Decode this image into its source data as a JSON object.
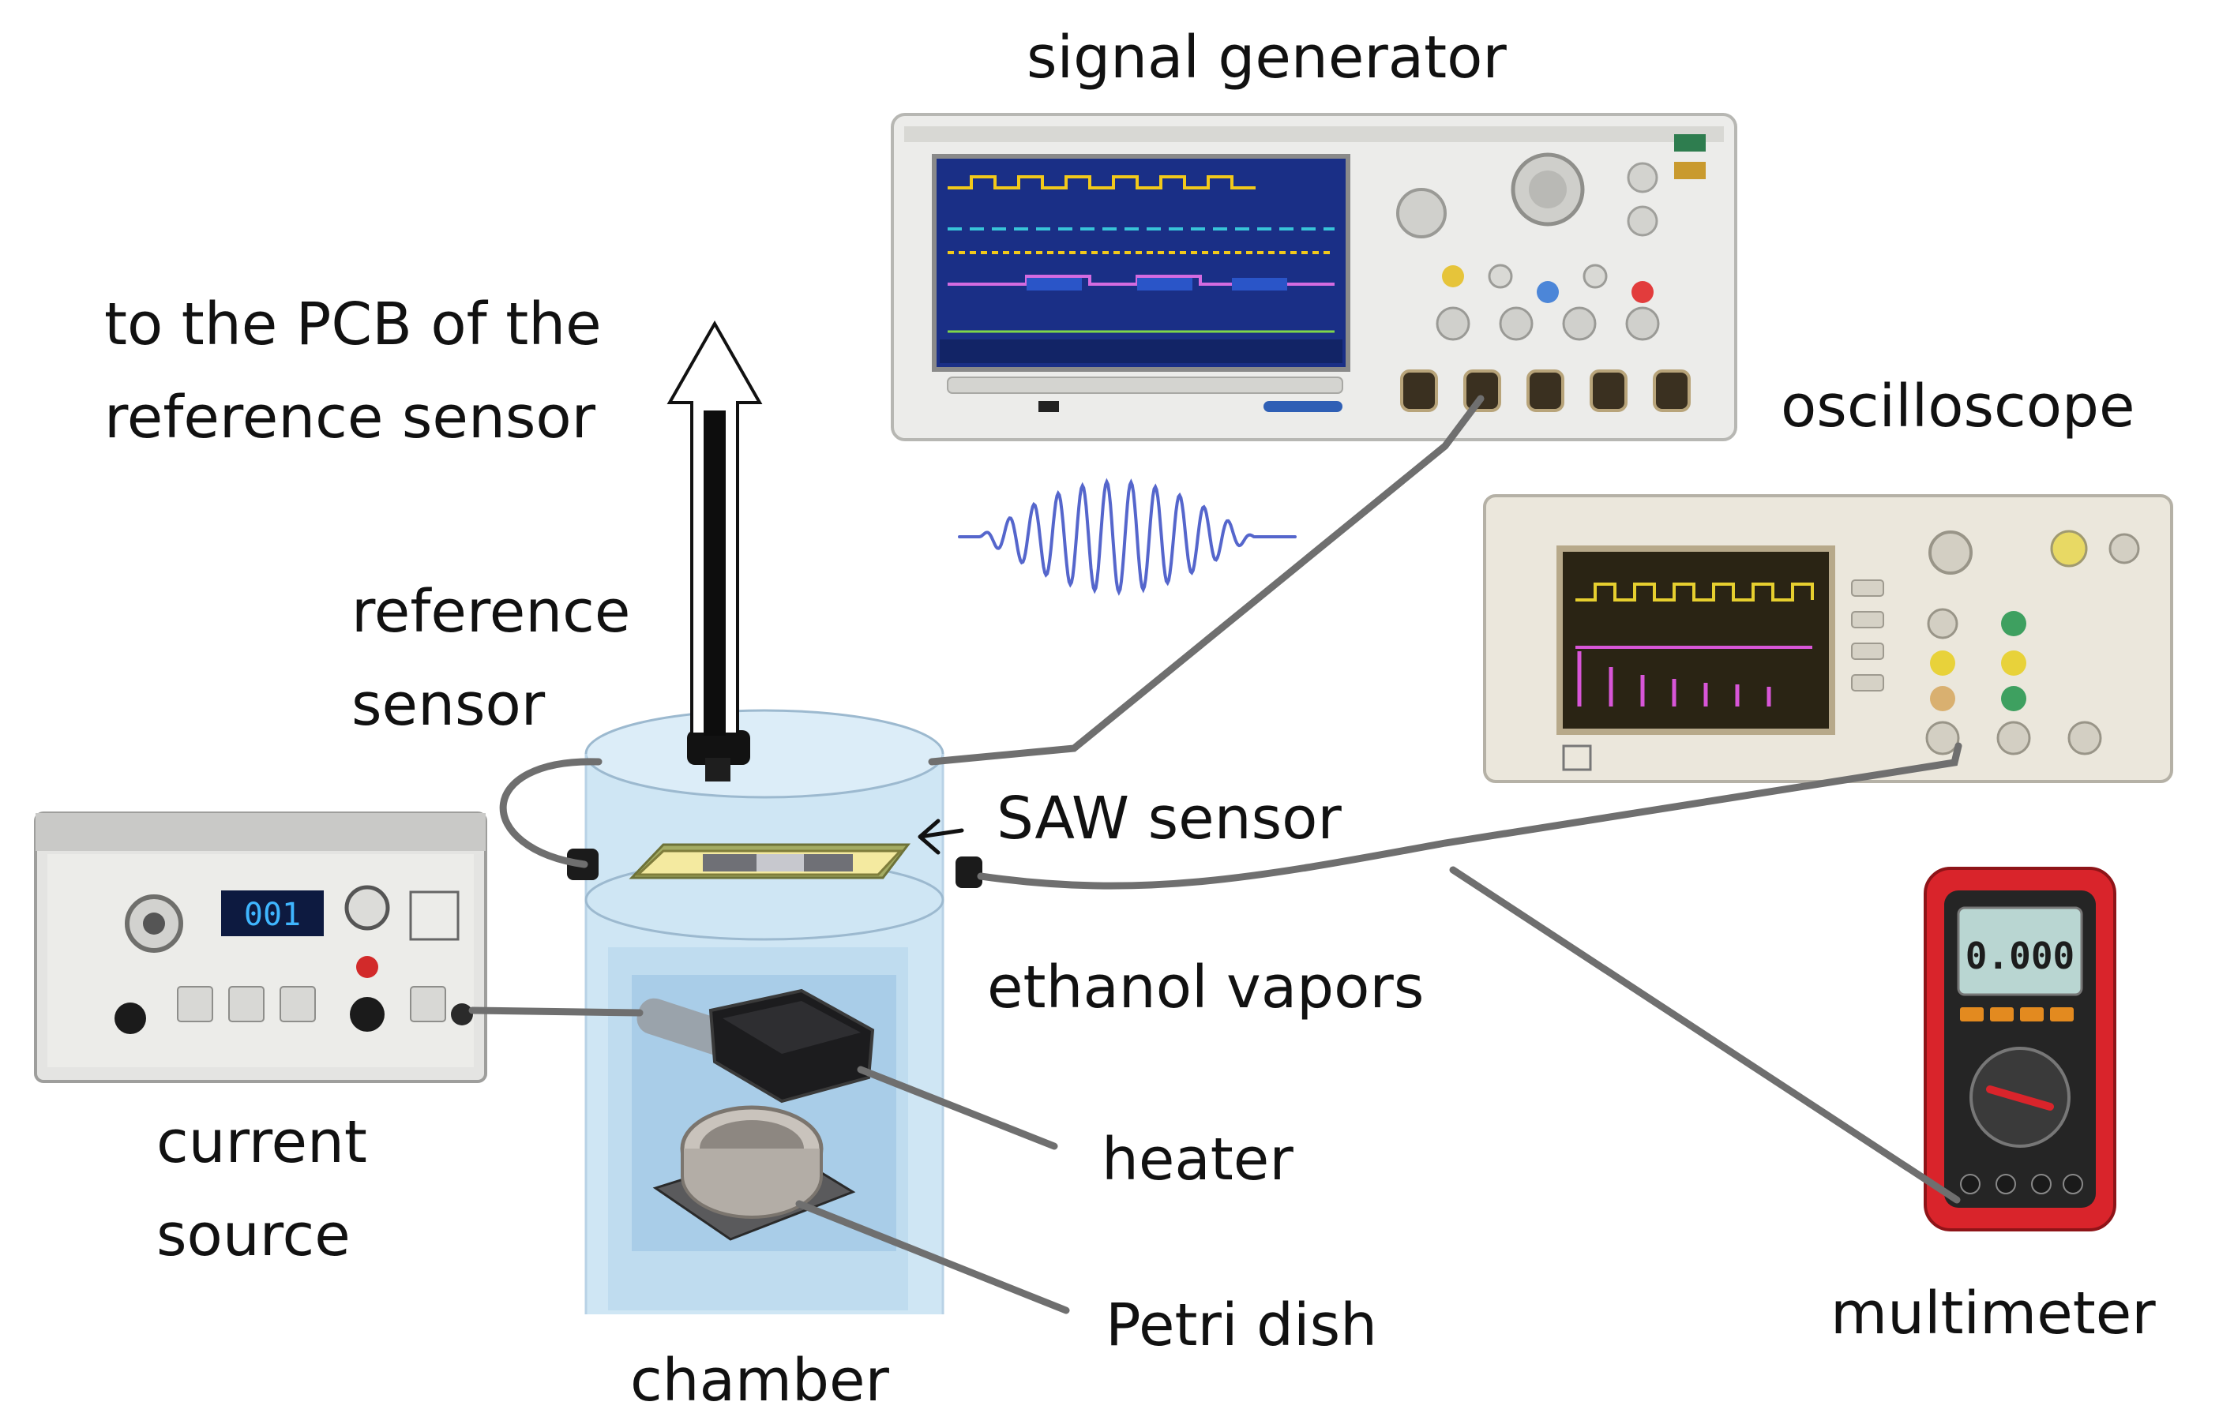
{
  "labels": {
    "signal_generator": "signal generator",
    "to_pcb_line1": "to the PCB of the",
    "to_pcb_line2": "reference sensor",
    "oscilloscope": "oscilloscope",
    "reference_sensor_line1": "reference",
    "reference_sensor_line2": "sensor",
    "saw_sensor": "SAW sensor",
    "ethanol_vapors": "ethanol vapors",
    "current_source_line1": "current",
    "current_source_line2": "source",
    "heater": "heater",
    "petri_dish": "Petri dish",
    "chamber": "chamber",
    "multimeter": "multimeter"
  },
  "devices": {
    "current_source_display": "001",
    "multimeter_display": "0.000"
  },
  "colors": {
    "cable": "#6f6f6f",
    "chamber_fill": "#cfe6f4",
    "chamber_inner": "#a9cde8",
    "sensor_frame": "#f4eaa0",
    "screen_blue": "#1c3a8e",
    "multimeter_red": "#d9242b",
    "sine_wave": "#5566cc"
  },
  "icons": [
    "arrow-up-icon",
    "sine-wave-icon"
  ]
}
